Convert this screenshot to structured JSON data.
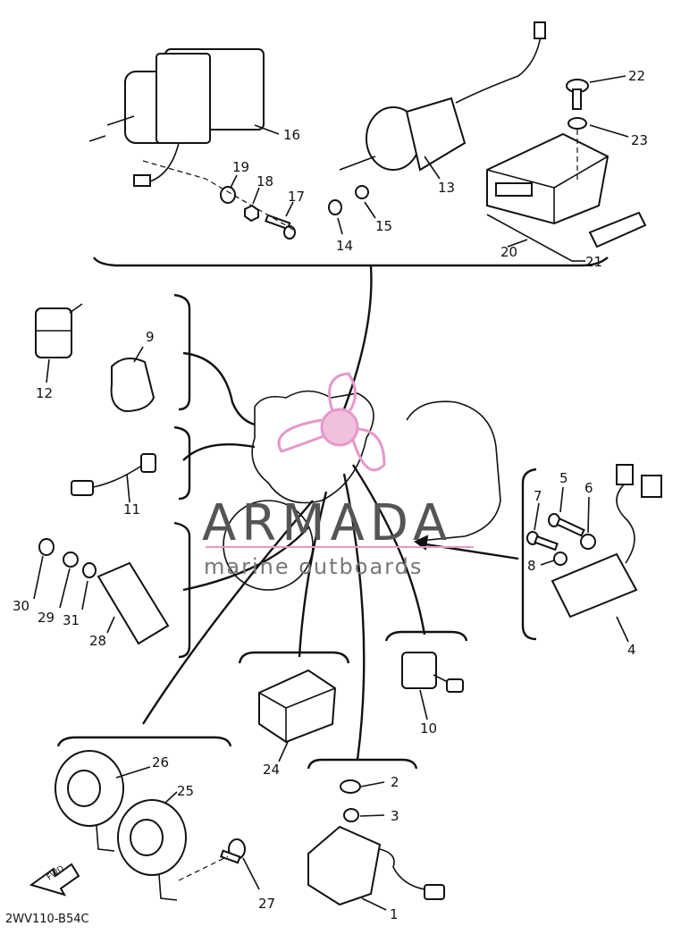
{
  "watermark": {
    "title": "ARMADA",
    "subtitle": "marine outboards",
    "color": "#e598c9"
  },
  "diagram_code": "2WV110-B54C",
  "fwd_label": "FWD",
  "callouts": [
    "1",
    "2",
    "3",
    "4",
    "5",
    "6",
    "7",
    "8",
    "9",
    "10",
    "11",
    "12",
    "13",
    "14",
    "15",
    "16",
    "17",
    "18",
    "19",
    "20",
    "21",
    "22",
    "23",
    "24",
    "25",
    "26",
    "27",
    "28",
    "29",
    "30",
    "31"
  ]
}
